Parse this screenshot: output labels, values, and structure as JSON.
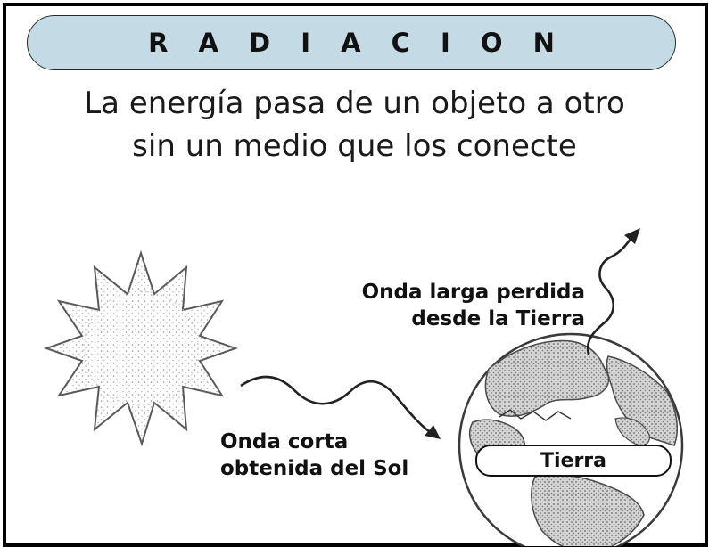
{
  "title": "R A D I A C I O N",
  "subtitle": {
    "line1": "La energía pasa de un objeto a otro",
    "line2": "sin un medio que los conecte"
  },
  "labels": {
    "longwave_line1": "Onda larga perdida",
    "longwave_line2": "desde la Tierra",
    "shortwave_line1": "Onda corta",
    "shortwave_line2": "obtenida del Sol",
    "earth": "Tierra"
  },
  "icons": [
    "sun-icon",
    "earth-globe-icon",
    "wavy-arrow-icon"
  ],
  "colors": {
    "title_pill": "#c4dbe6",
    "border": "#000000",
    "ink": "#111111"
  }
}
